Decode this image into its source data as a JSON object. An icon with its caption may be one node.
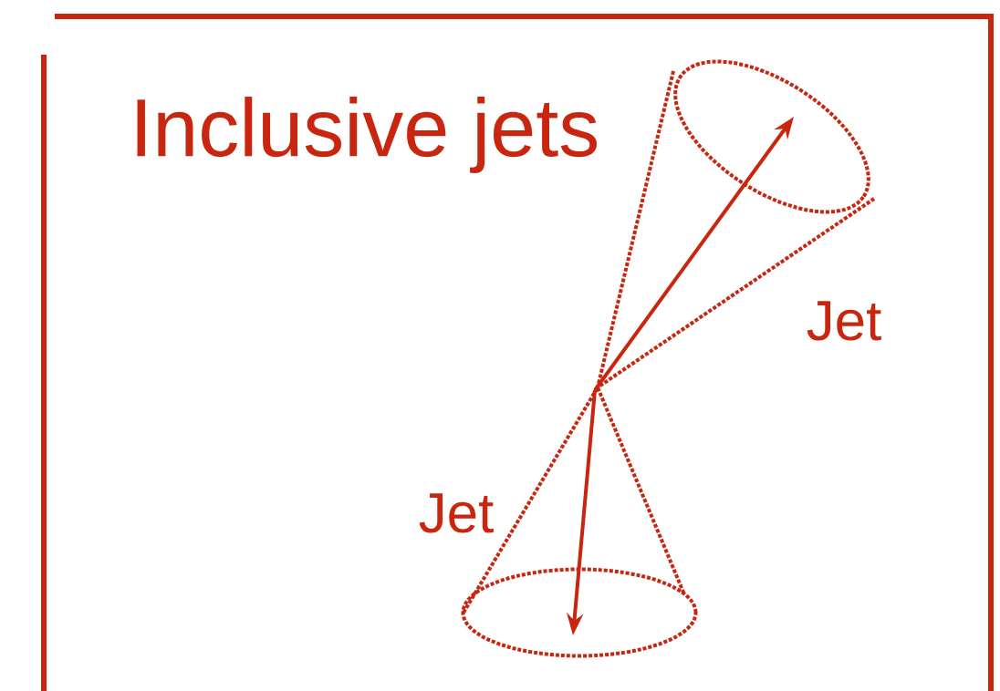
{
  "diagram": {
    "title": "Inclusive jets",
    "nodes": [
      {
        "text": [],
        "shape": "circle",
        "beside": [
          "Jet"
        ]
      },
      {
        "text": [],
        "shape": "circle",
        "beside": [
          "Jet"
        ]
      }
    ],
    "edges": [
      {
        "from": null,
        "to": 0,
        "arrow": "to"
      },
      {
        "from": null,
        "to": 1,
        "arrow": "to"
      }
    ]
  }
}
